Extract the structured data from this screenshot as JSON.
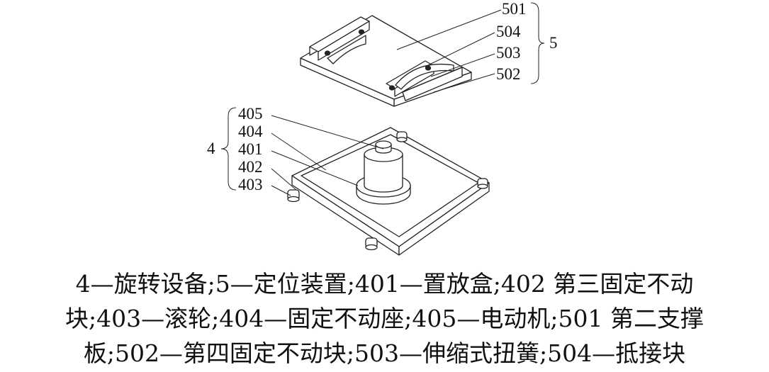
{
  "assembly_labels": {
    "group5": "5",
    "p501": "501",
    "p504": "504",
    "p503": "503",
    "p502": "502",
    "group4": "4",
    "p405": "405",
    "p404": "404",
    "p401": "401",
    "p402": "402",
    "p403": "403"
  },
  "caption": {
    "line1": "4—旋转设备;5—定位装置;401—置放盒;402 第三固定不动",
    "line2": "块;403—滚轮;404—固定不动座;405—电动机;501 第二支撑",
    "line3": "板;502—第四固定不动块;503—伸缩式扭簧;504—抵接块"
  }
}
